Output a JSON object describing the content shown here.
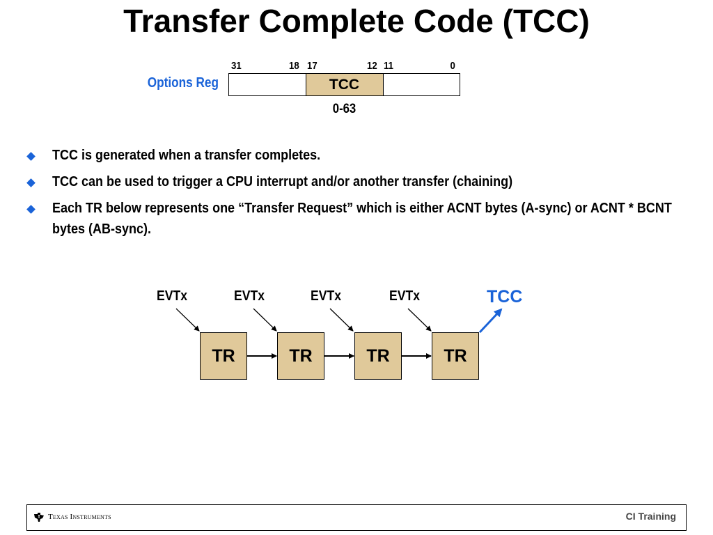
{
  "title": "Transfer Complete Code (TCC)",
  "options_reg": {
    "label": "Options Reg",
    "bits": [
      "31",
      "18",
      "17",
      "12",
      "11",
      "0"
    ],
    "field": "TCC",
    "range": "0-63"
  },
  "bullets": [
    "TCC is generated when a transfer completes.",
    "TCC can be used to trigger a CPU interrupt and/or another transfer (chaining)",
    "Each TR below represents one “Transfer Request” which is either ACNT bytes (A-sync) or ACNT * BCNT bytes (AB-sync)."
  ],
  "chain": {
    "events": [
      "EVTx",
      "EVTx",
      "EVTx",
      "EVTx"
    ],
    "boxes": [
      "TR",
      "TR",
      "TR",
      "TR"
    ],
    "output": "TCC"
  },
  "footer": {
    "company": "Texas Instruments",
    "logo_icon": "texas-instruments-logo-icon",
    "course": "CI Training"
  },
  "colors": {
    "accent_blue": "#1a63d8",
    "box_tan": "#e0c99a"
  }
}
